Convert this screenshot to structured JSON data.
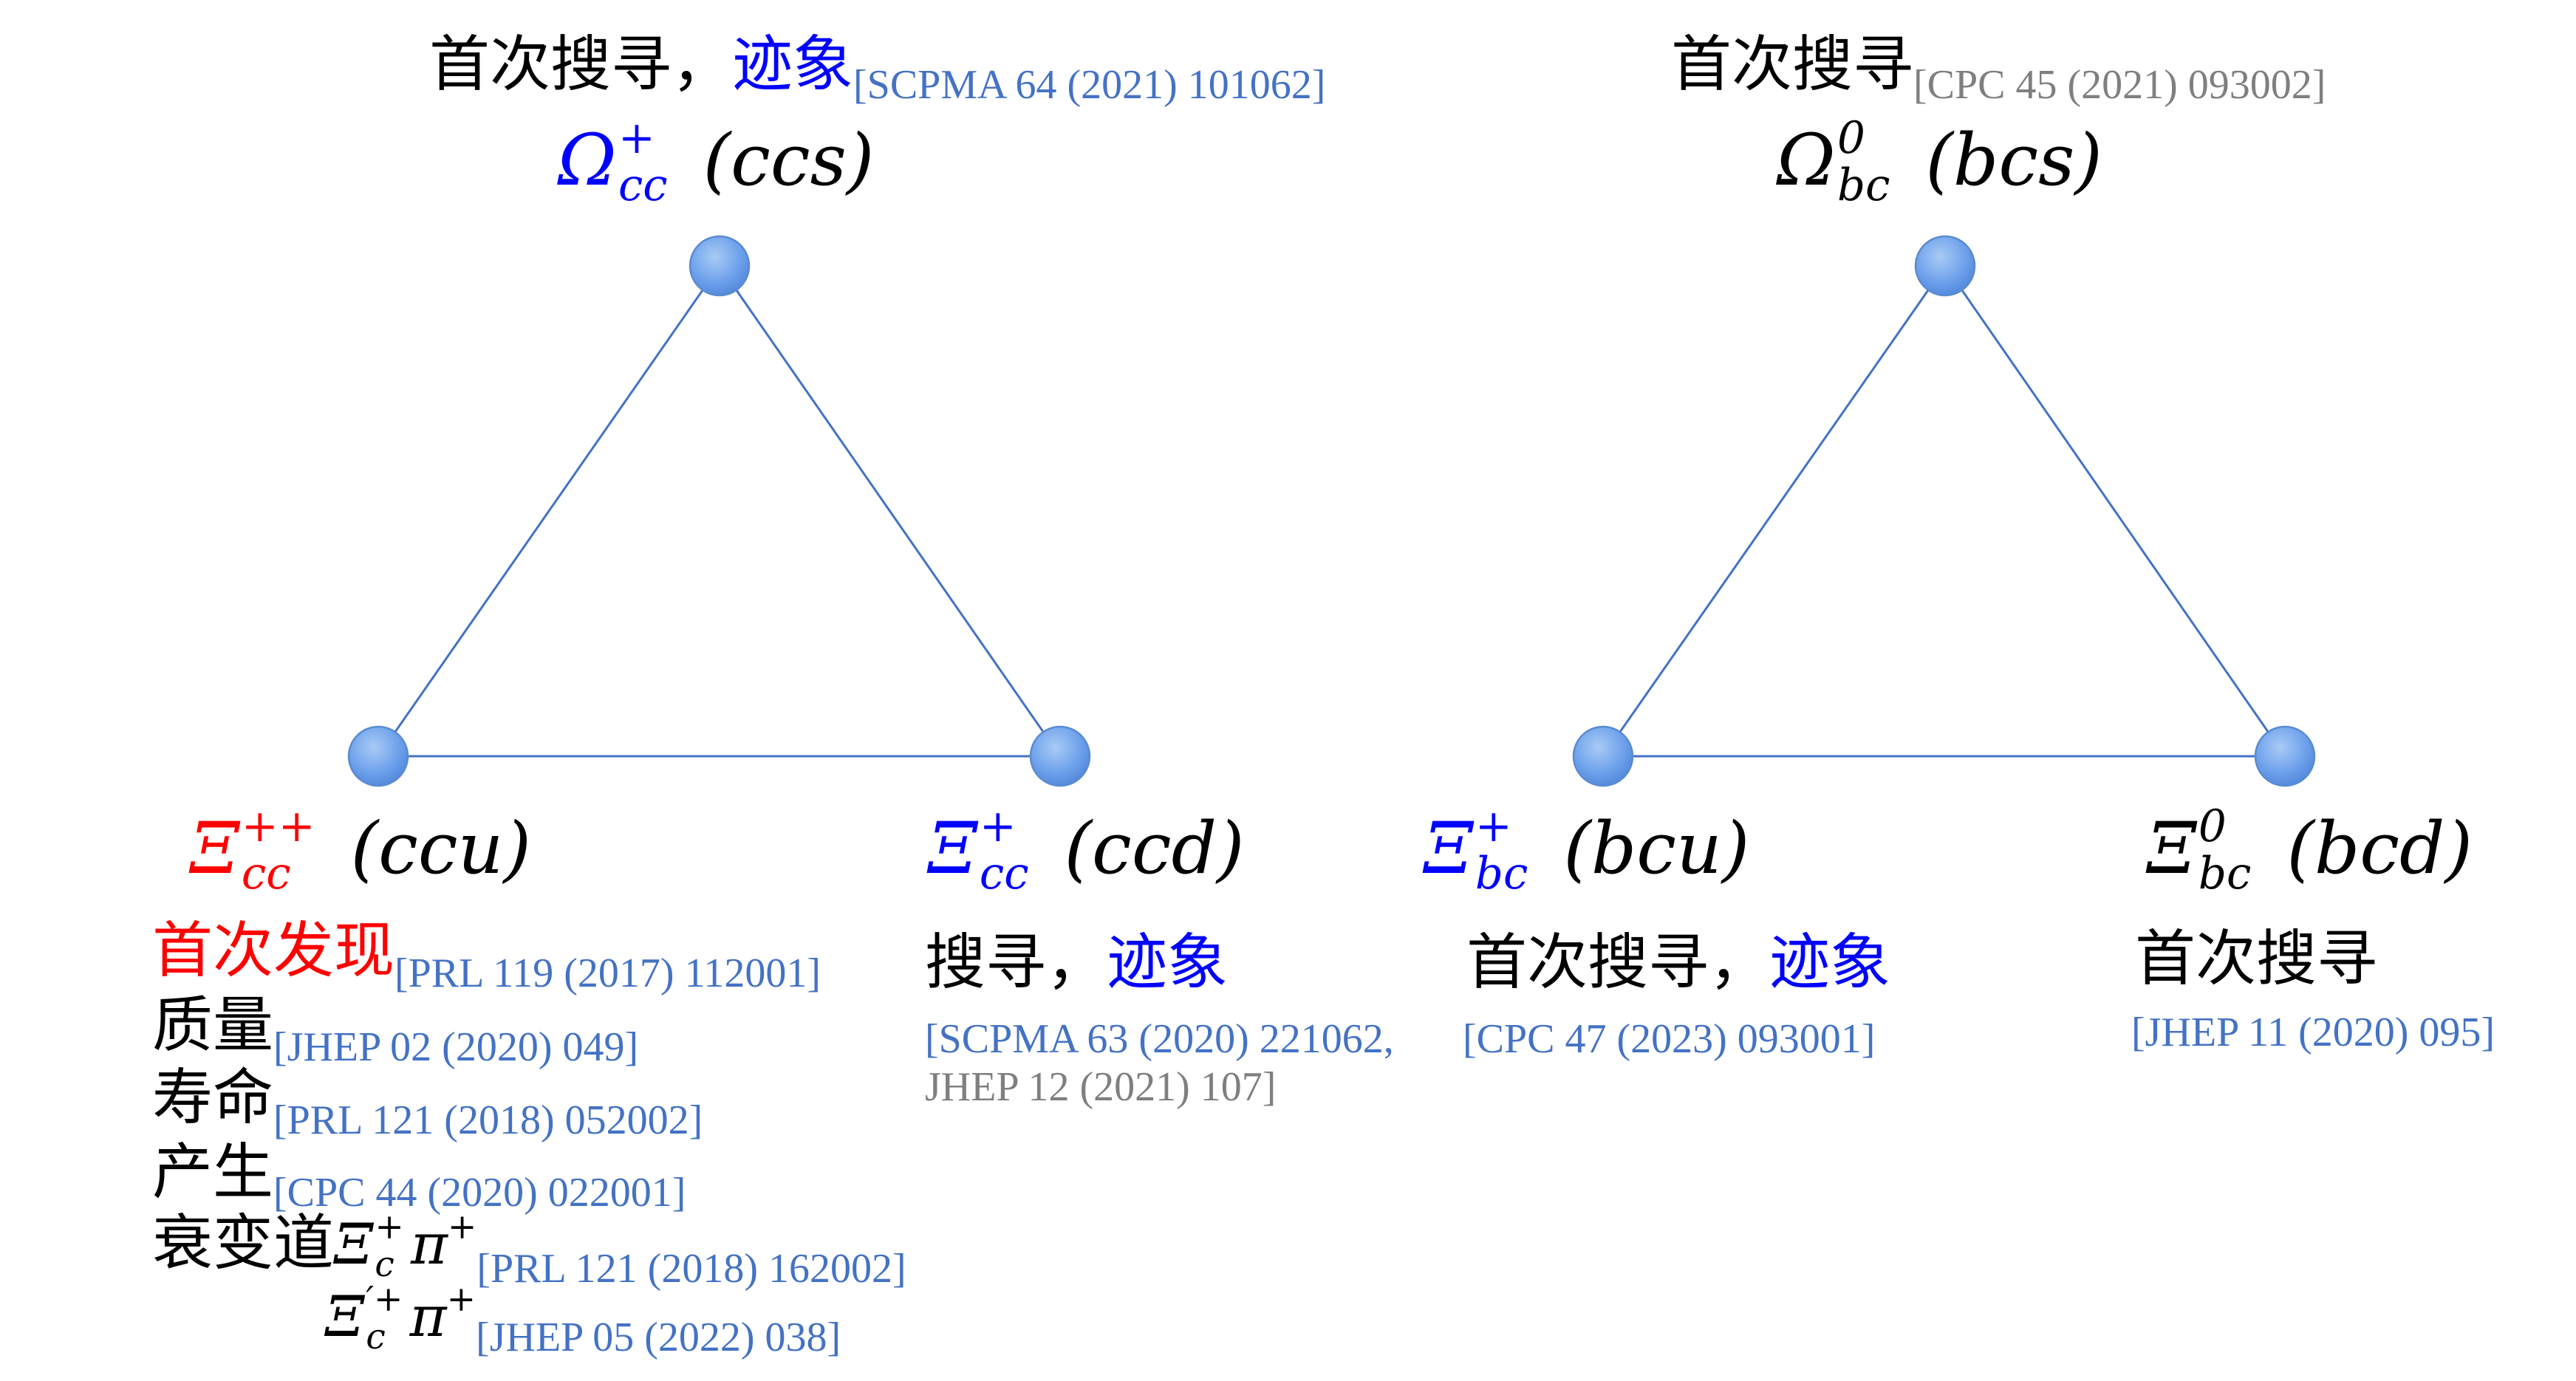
{
  "colors": {
    "accent_blue": "#0000FF",
    "accent_red": "#FF0000",
    "ref_blue": "#4472C4",
    "ref_gray": "#7F7F7F",
    "edge": "#4472C4",
    "node_light": "#A9CBF5",
    "node_mid": "#6FA2EC",
    "node_dark": "#4F86DA",
    "node_stroke": "#5B8BD0"
  },
  "left_triangle": {
    "top": {
      "note": {
        "text": "首次搜寻，",
        "highlight": "迹象",
        "ref": "[SCPMA 64 (2021) 101062]"
      },
      "label": {
        "symbol": "Ω",
        "sup": "+",
        "sub": "cc",
        "quarks": "(ccs)"
      }
    },
    "bottom_left": {
      "label": {
        "symbol": "Ξ",
        "sup": "++",
        "sub": "cc",
        "quarks": "(ccu)"
      },
      "findings": [
        {
          "text": "首次发现",
          "ref": "[PRL 119 (2017) 112001]"
        },
        {
          "text": "质量",
          "ref": "[JHEP 02 (2020) 049]"
        },
        {
          "text": "寿命",
          "ref": "[PRL 121 (2018) 052002]"
        },
        {
          "text": "产生",
          "ref": "[CPC 44 (2020) 022001]"
        },
        {
          "text": "衰变道",
          "mode": {
            "symbol": "Ξ",
            "sup": "+",
            "sub": "c",
            "meson": "π",
            "meson_sup": "+"
          },
          "ref": "[PRL 121 (2018) 162002]"
        },
        {
          "mode": {
            "symbol": "Ξ",
            "sup": "′+",
            "sub": "c",
            "meson": "π",
            "meson_sup": "+"
          },
          "ref": "[JHEP 05 (2022) 038]"
        }
      ]
    },
    "bottom_right": {
      "label": {
        "symbol": "Ξ",
        "sup": "+",
        "sub": "cc",
        "quarks": "(ccd)"
      },
      "note": {
        "text": "搜寻，",
        "highlight": "迹象"
      },
      "refs": [
        "[SCPMA 63 (2020) 221062,",
        "JHEP 12 (2021) 107]"
      ]
    }
  },
  "right_triangle": {
    "top": {
      "note": {
        "text": "首次搜寻",
        "ref": "[CPC 45 (2021) 093002]"
      },
      "label": {
        "symbol": "Ω",
        "sup": "0",
        "sub": "bc",
        "quarks": "(bcs)"
      }
    },
    "bottom_left": {
      "label": {
        "symbol": "Ξ",
        "sup": "+",
        "sub": "bc",
        "quarks": "(bcu)"
      },
      "note": {
        "text": "首次搜寻，",
        "highlight": "迹象"
      },
      "refs": [
        "[CPC 47 (2023) 093001]"
      ]
    },
    "bottom_right": {
      "label": {
        "symbol": "Ξ",
        "sup": "0",
        "sub": "bc",
        "quarks": "(bcd)"
      },
      "note": {
        "text": "首次搜寻"
      },
      "refs": [
        "[JHEP 11 (2020) 095]"
      ]
    }
  }
}
